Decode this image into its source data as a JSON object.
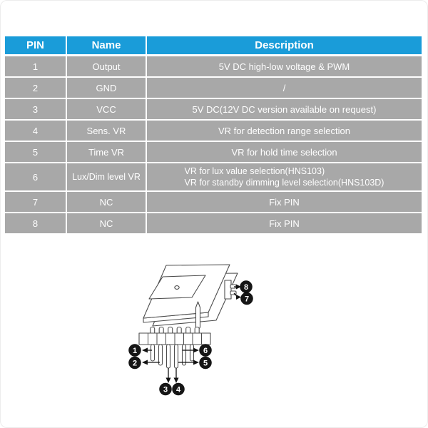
{
  "table": {
    "headers": {
      "pin": "PIN",
      "name": "Name",
      "description": "Description"
    },
    "rows": [
      {
        "pin": "1",
        "name": "Output",
        "desc": [
          "5V DC high-low voltage & PWM"
        ]
      },
      {
        "pin": "2",
        "name": "GND",
        "desc": [
          "/"
        ]
      },
      {
        "pin": "3",
        "name": "VCC",
        "desc": [
          "5V DC(12V DC version available on request)"
        ]
      },
      {
        "pin": "4",
        "name": "Sens. VR",
        "desc": [
          "VR for detection range selection"
        ]
      },
      {
        "pin": "5",
        "name": "Time  VR",
        "desc": [
          "VR for hold time selection"
        ]
      },
      {
        "pin": "6",
        "name": "Lux/Dim level VR",
        "desc": [
          "VR for lux value selection(HNS103)",
          "VR for standby dimming level selection(HNS103D)"
        ]
      },
      {
        "pin": "7",
        "name": "NC",
        "desc": [
          "Fix PIN"
        ]
      },
      {
        "pin": "8",
        "name": "NC",
        "desc": [
          "Fix PIN"
        ]
      }
    ]
  },
  "diagram": {
    "callouts": {
      "c1": "1",
      "c2": "2",
      "c3": "3",
      "c4": "4",
      "c5": "5",
      "c6": "6",
      "c7": "7",
      "c8": "8"
    }
  },
  "colors": {
    "header_bg": "#1a9cd9",
    "row_bg": "#a8a8a8",
    "table_text": "#ffffff",
    "line_art": "#4d4d4d",
    "callout_bg": "#161616"
  }
}
